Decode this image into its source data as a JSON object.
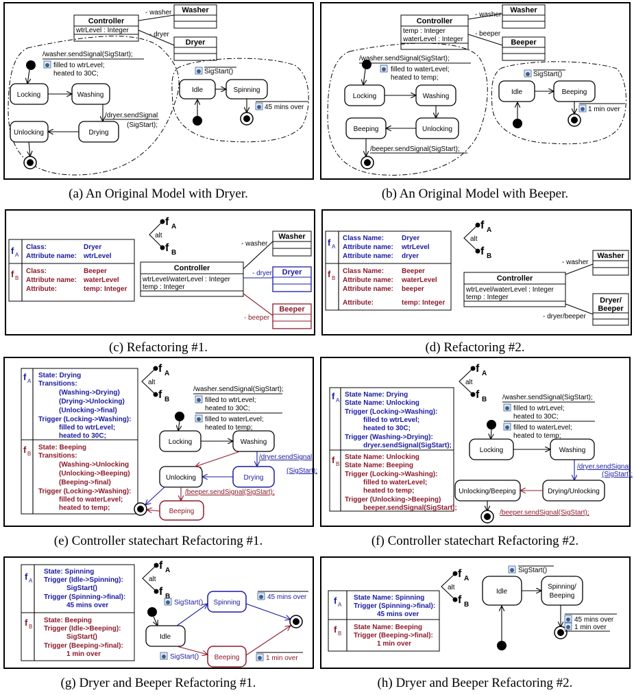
{
  "captions": {
    "a": "(a) An Original Model with Dryer.",
    "b": "(b) An Original Model with Beeper.",
    "c": "(c) Refactoring #1.",
    "d": "(d) Refactoring #2.",
    "e": "(e) Controller statechart Refactoring #1.",
    "f": "(f) Controller statechart Refactoring #2.",
    "g": "(g) Dryer and Beeper Refactoring #1.",
    "h": "(h) Dryer and Beeper Refactoring #2."
  },
  "common": {
    "controller": "Controller",
    "washer": "Washer",
    "dryer": "Dryer",
    "beeper": "Beeper",
    "washer_role": "- washer",
    "dryer_role": "- dryer",
    "beeper_role": "- beeper",
    "locking": "Locking",
    "washing": "Washing",
    "drying": "Drying",
    "unlocking": "Unlocking",
    "beeping": "Beeping",
    "idle": "Idle",
    "spinning": "Spinning",
    "washer_send": "/washer.sendSignal(SigStart);",
    "dryer_send1": "/dryer.sendSignal",
    "dryer_send2": "(SigStart);",
    "sigstart": "SigStart()",
    "mins45": "45 mins over",
    "min1": "1 min over",
    "fA_sub": "A",
    "fB_sub": "B",
    "f": "f",
    "alt": "alt"
  },
  "a": {
    "attr": "wtrLevel : Integer",
    "g1": "filled to wtrLevel;",
    "g2": "heated to 30C;"
  },
  "b": {
    "attr1": "temp : Integer",
    "attr2": "waterLevel : Integer",
    "g1": "filled to waterLevel;",
    "g2": "heated to temp;",
    "beeper_send": "/beeper.sendSignal(SigStart);"
  },
  "c": {
    "a1k": "Class:",
    "a1v": "Dryer",
    "a2k": "Attribute name:",
    "a2v": "wtrLevel",
    "b1k": "Class:",
    "b1v": "Beeper",
    "b2k": "Attribute name:",
    "b2v": "waterLevel",
    "b3k": "Attribute:",
    "b3v": "temp: Integer",
    "attr1": "wtrLevel/waterLevel : Integer",
    "attr2": "temp : Integer"
  },
  "d": {
    "a1k": "Class Name:",
    "a1v": "Dryer",
    "a2k": "Attribute name:",
    "a2v": "wtrLevel",
    "a3k": "Attribute name:",
    "a3v": "dryer",
    "b1k": "Class Name:",
    "b1v": "Beeper",
    "b2k": "Attribute name:",
    "b2v": "waterLevel",
    "b3k": "Attribute name:",
    "b3v": "beeper",
    "b4k": "Attribute:",
    "b4v": "temp: Integer",
    "attr1": "wtrLevel/waterLevel : Integer",
    "attr2": "temp : Integer",
    "merged1": "Dryer/",
    "merged2": "Beeper",
    "role": "- dryer/beeper"
  },
  "e": {
    "A": [
      "State:  Drying",
      "Transitions:",
      "(Washing->Drying)",
      "(Drying->Unlocking)",
      "(Unlocking->final)",
      "Trigger (Locking->Washing):",
      "filled to wtrLevel;",
      "heated to 30C;"
    ],
    "B": [
      "State:  Beeping",
      "Transitions:",
      "(Washing->Unlocking",
      "(Unlocking->Beeping)",
      "(Beeping->final)",
      "Trigger (Locking->Washing):",
      "filled to waterLevel;",
      "heated to temp;"
    ],
    "g1": "filled to wtrLevel;",
    "g2": "heated to 30C;",
    "g3": "filled to waterLevel;",
    "g4": "heated to temp;",
    "beeper_send": "/beeper.sendSignal(SigStart);"
  },
  "f": {
    "A": [
      "State Name:  Drying",
      "State Name:  Unlocking",
      "Trigger (Locking->Washing):",
      "filled to wtrLevel;",
      "heated to 30C;",
      "Trigger (Washing->Drying):",
      "dryer.sendSignal(SigStart);"
    ],
    "B": [
      "State Name:  Unlocking",
      "State Name:  Beeping",
      "Trigger (Locking->Washing):",
      "filled to waterLevel;",
      "heated to temp;",
      "Trigger (Unlocking->Beeping)",
      "beeper.sendSignal(SigStart);"
    ],
    "unlockbeep": "Unlocking/Beeping",
    "dryunlock": "Drying/Unlocking",
    "beeper_send": "/beeper.sendSignal(SigStart);"
  },
  "g": {
    "A": [
      "State:  Spinning",
      "Trigger (Idle->Spinning):",
      "SigStart()",
      "Trigger (Spinning->final):",
      "45 mins over"
    ],
    "B": [
      "State:  Beeping",
      "Trigger (Idle->Beeping):",
      "SigStart()",
      "Trigger (Beeping->final):",
      "1 min over"
    ]
  },
  "h": {
    "A": [
      "State Name:  Spinning",
      "Trigger (Spinning->final):",
      "45 mins over"
    ],
    "B": [
      "State Name:  Beeping",
      "Trigger (Beeping->final):",
      "1 min over"
    ],
    "merged1": "Spinning/",
    "merged2": "Beeping"
  }
}
